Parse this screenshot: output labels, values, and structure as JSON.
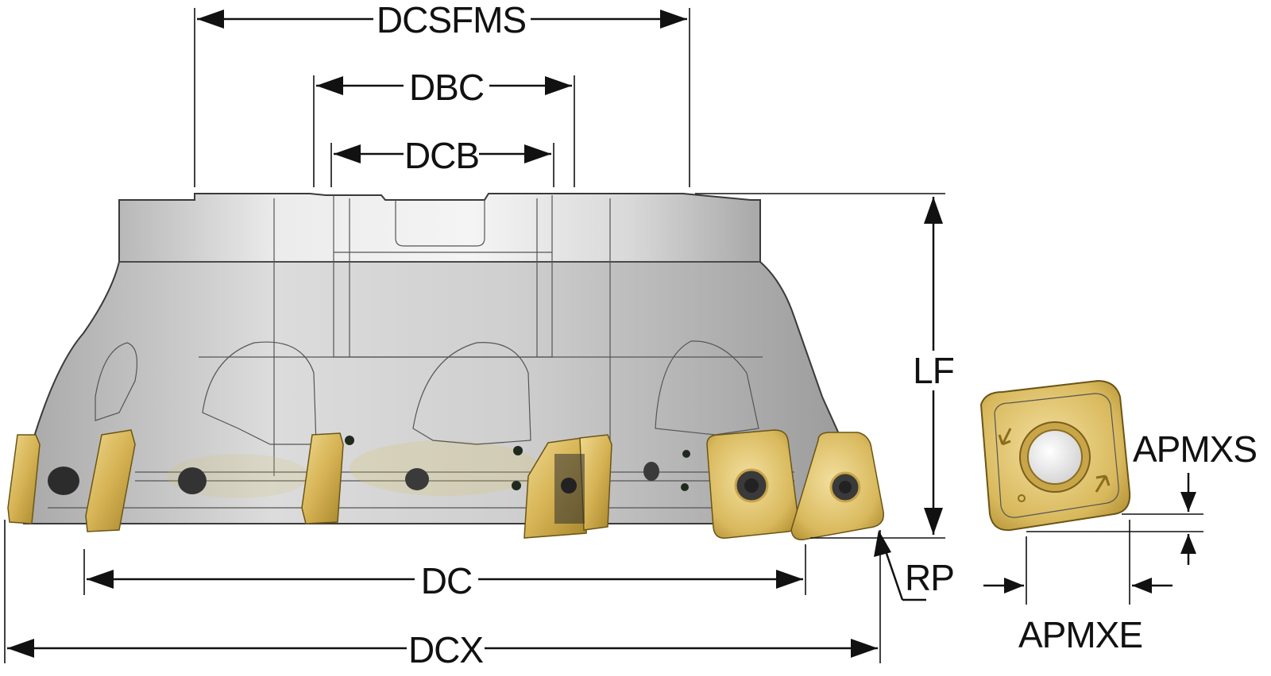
{
  "labels": {
    "dcsfms": "DCSFMS",
    "dbc": "DBC",
    "dcb": "DCB",
    "lf": "LF",
    "dc": "DC",
    "dcx": "DCX",
    "rp": "RP",
    "apmxs": "APMXS",
    "apmxe": "APMXE"
  },
  "colors": {
    "body_light": "#e6e6e6",
    "body_dark": "#9a9a9a",
    "insert_gold": "#d8b75a",
    "insert_dark": "#8a6d1e",
    "line": "#111111"
  }
}
